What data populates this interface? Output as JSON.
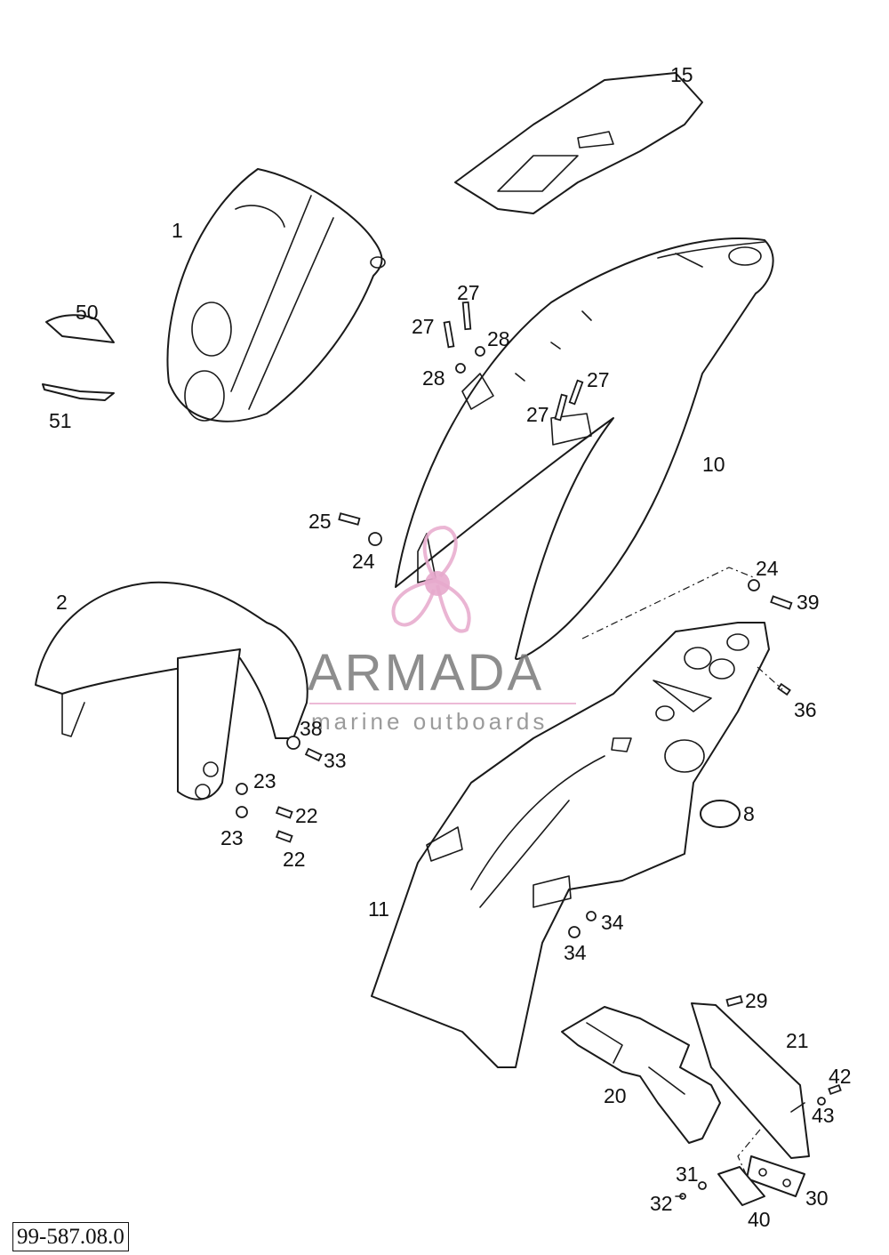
{
  "document_code": "99-587.08.0",
  "watermark": {
    "brand": "ARMADA",
    "tagline": "marine outboards",
    "logo_icon": "propeller-logo",
    "accent_color": "#e7a9cc",
    "text_color": "#7a7a7a"
  },
  "part_labels": {
    "p1": "1",
    "p2": "2",
    "p8": "8",
    "p10": "10",
    "p11": "11",
    "p15": "15",
    "p20": "20",
    "p21": "21",
    "p22a": "22",
    "p22b": "22",
    "p23a": "23",
    "p23b": "23",
    "p24a": "24",
    "p24b": "24",
    "p25": "25",
    "p27a": "27",
    "p27b": "27",
    "p27c": "27",
    "p27d": "27",
    "p28a": "28",
    "p28b": "28",
    "p29": "29",
    "p30": "30",
    "p31": "31",
    "p32": "32",
    "p33": "33",
    "p34a": "34",
    "p34b": "34",
    "p36": "36",
    "p38": "38",
    "p39": "39",
    "p40": "40",
    "p42": "42",
    "p43": "43",
    "p50": "50",
    "p51": "51"
  }
}
